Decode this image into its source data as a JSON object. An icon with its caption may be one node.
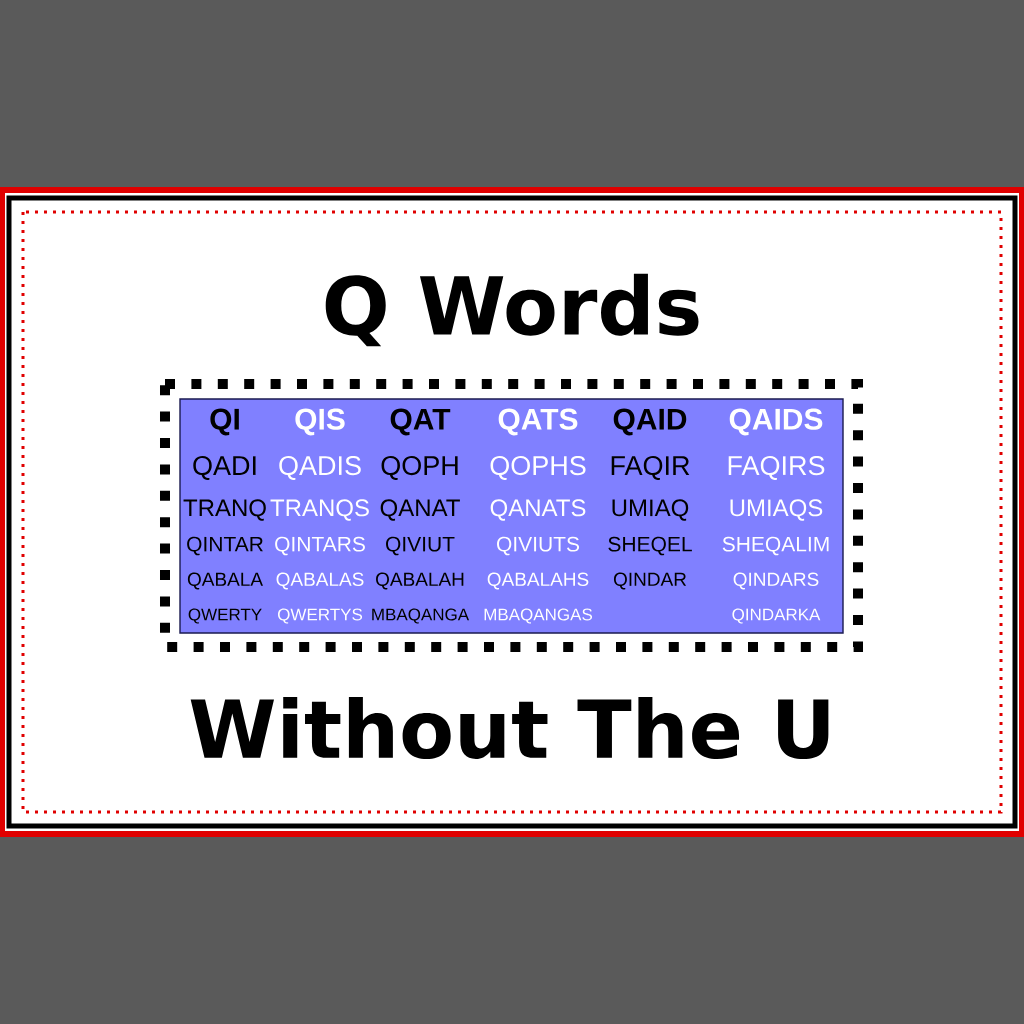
{
  "diagram": {
    "title": "Q Words",
    "caption": "Without The U",
    "labels": [
      "QI",
      "QIS",
      "QAT",
      "QATS",
      "QAID",
      "QAIDS",
      "QADI",
      "QADIS",
      "QOPH",
      "QOPHS",
      "FAQIR",
      "FAQIRS",
      "TRANQ",
      "TRANQS",
      "QANAT",
      "QANATS",
      "UMIAQ",
      "UMIAQS",
      "QINTAR",
      "QINTARS",
      "QIVIUT",
      "QIVIUTS",
      "SHEQEL",
      "SHEQALIM",
      "QABALA",
      "QABALAS",
      "QABALAH",
      "QABALAHS",
      "QINDAR",
      "QINDARS",
      "QWERTY",
      "QWERTYS",
      "MBAQANGA",
      "MBAQANGAS",
      "QINDARKA"
    ]
  }
}
